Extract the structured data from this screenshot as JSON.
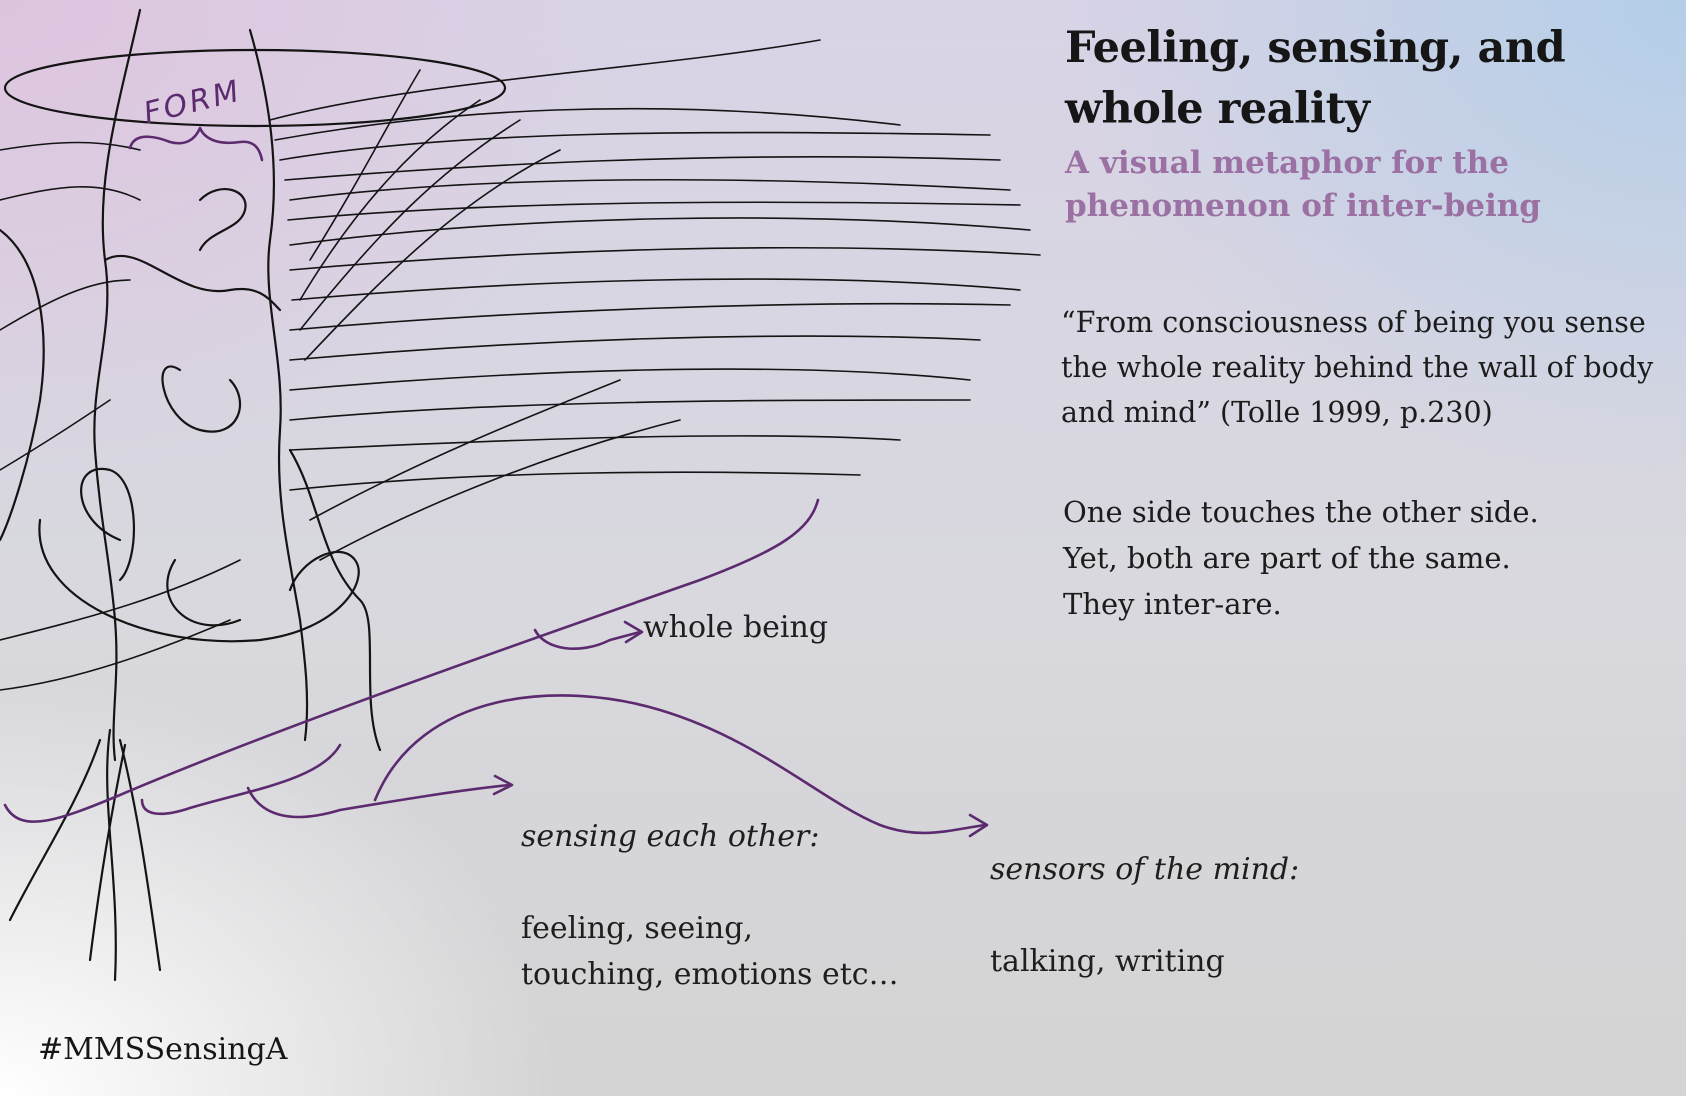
{
  "title": "Feeling, sensing, and\nwhole reality",
  "subtitle": "A visual metaphor for the\nphenomenon of inter-being",
  "quote": "“From consciousness of being you sense\nthe whole reality behind the wall of body\nand mind” (Tolle 1999, p.230)",
  "statement": "One side touches the other side.\nYet, both are part of the same.\nThey inter-are.",
  "sketch_label": "FORM",
  "labels": {
    "whole_being": "whole being",
    "sensing_heading": "sensing each other:",
    "sensing_body": "feeling, seeing,\ntouching, emotions etc…",
    "mind_heading": "sensors of the mind:",
    "mind_body": "talking, writing"
  },
  "hashtag": "#MMSSensingA",
  "colors": {
    "accent": "#5c2a6e",
    "subtitle": "#9b70a3",
    "ink": "#1c1c1c"
  }
}
